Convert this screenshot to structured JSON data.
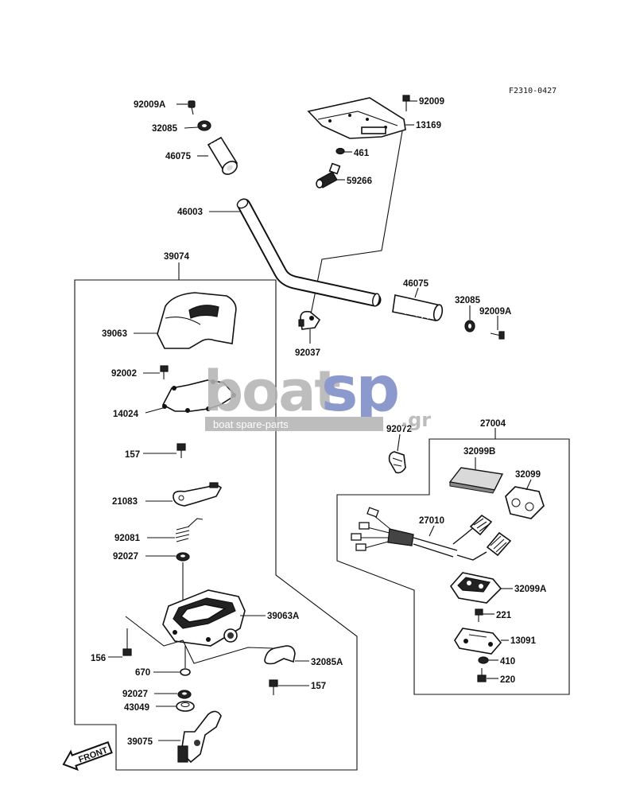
{
  "diagram_code": "F2310-0427",
  "watermark": {
    "brand": "boat",
    "brand_accent": "sp",
    "tld": ".gr",
    "tagline": "boat spare-parts",
    "color_gray": "#b4b4b4",
    "color_blue": "#7c8bc6"
  },
  "labels": {
    "p92009A_left": "92009A",
    "p32085_left": "32085",
    "p46075_left": "46075",
    "p92009_top": "92009",
    "p13169": "13169",
    "p461": "461",
    "p59266": "59266",
    "p46003": "46003",
    "p39074": "39074",
    "p46075_right": "46075",
    "p32085_right": "32085",
    "p92009A_right": "92009A",
    "p39063": "39063",
    "p92037": "92037",
    "p92002": "92002",
    "p14024": "14024",
    "p157_a": "157",
    "p21083": "21083",
    "p92081": "92081",
    "p92027_a": "92027",
    "p39063A": "39063A",
    "p156": "156",
    "p670": "670",
    "p32085A": "32085A",
    "p157_b": "157",
    "p92027_b": "92027",
    "p43049": "43049",
    "p39075": "39075",
    "p92072": "92072",
    "p27004": "27004",
    "p32099B": "32099B",
    "p32099": "32099",
    "p27010": "27010",
    "p32099A": "32099A",
    "p221": "221",
    "p13091": "13091",
    "p410": "410",
    "p220": "220"
  },
  "front_arrow": "FRONT"
}
